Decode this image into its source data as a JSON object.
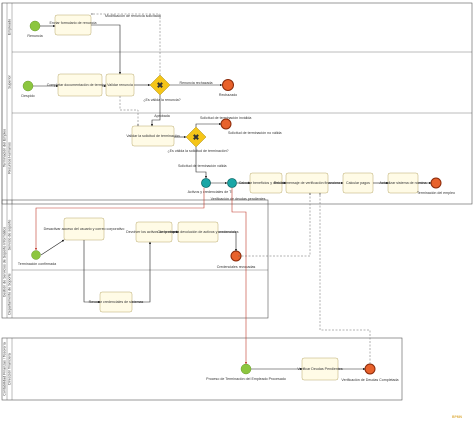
{
  "lanes": {
    "empleado": "Empleado",
    "superior": "Superior",
    "pool_main": "Terminación del Empleo",
    "recursos_humanos": "Recursos Humanos",
    "pool_it_outer": "Gestión de Servicios de Soporte Informático",
    "pool_it_inner": "Servicio de soporte",
    "pool_it_inner2": "Departamento de Soporte",
    "pool_fin_outer": "Contabilidad Finanzas / Tesorería",
    "pool_fin_inner": "Dirección financiera"
  },
  "events": {
    "renuncia": "Renuncia",
    "despido": "Despido",
    "rechazado": "Rechazado",
    "solicitud_no_valida": "Solicitud de terminación no válida",
    "terminacion_empleo": "Terminación del empleo",
    "terminacion_confirmada": "Terminación confirmada",
    "credenciales_revocadas": "Credenciales revocadas",
    "proceso_terminacion": "Proceso de Terminación del Empleado Procesado",
    "verificacion_deudas": "Verificación de Deudas Completada"
  },
  "tasks": {
    "enviar_formulario": "Enviar formulario de renuncia",
    "completar_doc": "Completar documentación de terminación",
    "validar_renuncia": "Validar renuncia",
    "validar_solicitud": "Validar la solicitud de terminación",
    "calcular_beneficios": "Calcular beneficios y deducciones",
    "recibir_mensaje": "Recibir mensaje de verificación financiera",
    "calcular_pagos": "Calcular pagos",
    "actualizar_sistema": "Actualizar sistema de nómina",
    "desactivar_acceso": "Desactivar acceso del usuario y correo corporativo",
    "devolver_activos": "Devolver los activos de la empresa",
    "comprobar_devolucion": "Comprobar la devolución de activos y credenciales",
    "revocar_credenciales": "Revocar credenciales de sistemas",
    "verificar_deudas": "Verificar Deudas Pendientes"
  },
  "gateways": {
    "es_valida_renuncia": "¿Es válida la renuncia?",
    "es_valida_solicitud": "¿Es válida la solicitud de terminación?"
  },
  "flows": {
    "modificacion_renuncia": "Modificación de renuncia solicitada",
    "renuncia_rechazada": "Renuncia rechazada",
    "aprobada": "Aprobada",
    "solicitud_invalida": "Solicitud de terminación inválida",
    "solicitud_valida": "Solicitud de terminación válida",
    "activos_credenciales": "Activos y credenciales de TI",
    "verificacion_deudas_pendientes": "Verificación de deudas pendientes"
  },
  "watermark": "BPMN",
  "colors": {
    "start_event": "#8cc63f",
    "end_event": "#e8622c",
    "gateway": "#f5c518",
    "task_fill": "#fffbe6",
    "intermediate_event": "#1aa6a6"
  }
}
